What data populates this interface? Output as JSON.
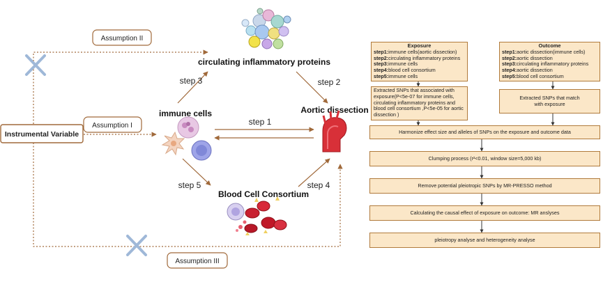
{
  "left": {
    "instrumental_variable": "Instrumental Variable",
    "assumption_1": "Assumption I",
    "assumption_2": "Assumption II",
    "assumption_3": "Assumption III",
    "circulating_proteins": "circulating inflammatory proteins",
    "immune_cells": "immune cells",
    "aortic_dissection": "Aortic dissection",
    "blood_cell_consortium": "Blood Cell Consortium",
    "step1": "step 1",
    "step2": "step 2",
    "step3": "step 3",
    "step4": "step 4",
    "step5": "step 5"
  },
  "exposure": {
    "title": "Exposure",
    "rows": [
      {
        "k": "step1:",
        "v": "immune cells(aortic dissection)"
      },
      {
        "k": "step2:",
        "v": "circulating inflammatory proteins"
      },
      {
        "k": "step3:",
        "v": "immune cells"
      },
      {
        "k": "step4:",
        "v": "blood cell consortium"
      },
      {
        "k": "step5:",
        "v": "immune cells"
      }
    ]
  },
  "outcome": {
    "title": "Outcome",
    "rows": [
      {
        "k": "step1:",
        "v": "aortic dissection(immune cells)"
      },
      {
        "k": "step2:",
        "v": "aortic dissection"
      },
      {
        "k": "step3:",
        "v": "circulating inflammatory proteins"
      },
      {
        "k": "step4:",
        "v": "aortic dissection"
      },
      {
        "k": "step5:",
        "v": "blood cell consortium"
      }
    ]
  },
  "flow": {
    "extract_exposure": "Extracted SNPs that associated with exposure(P<5e-07 for immune cells, circulating inflammatory proteins and blood cell consortium ,P<5e-05 for aortic dissection )",
    "extract_outcome": "Extracted SNPs that match with exposure",
    "harmonize": "Harmonize effect size and alleles of SNPs on the exposure and outcome data",
    "clumping": "Clumping process (r²<0.01, window size=5,000 kb)",
    "pleiotropic": "Remove potential pleiotropic SNPs by MR-PRESSO method",
    "causal": "Calculating the causal effect of exposure on outcome: MR anslyses",
    "heterogeneity": "pleiotropy analyse and heterogeneity analyse"
  },
  "colors": {
    "arrow": "#a0693a",
    "box_fill": "#fbe7c8",
    "box_border": "#b07a3b",
    "cross": "#9fb8d8"
  }
}
